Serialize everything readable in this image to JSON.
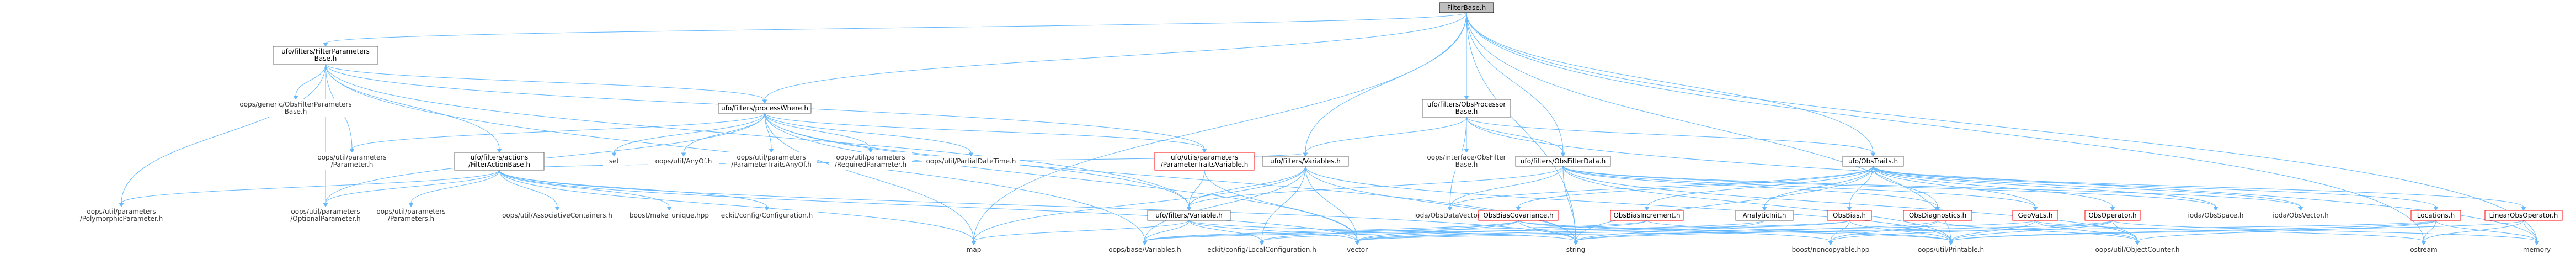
{
  "graph": {
    "nodes": [
      {
        "id": "filterbase",
        "lines": [
          "FilterBase.h"
        ],
        "style": "root"
      },
      {
        "id": "filterparams",
        "lines": [
          "ufo/filters/FilterParameters",
          "Base.h"
        ],
        "style": "dark"
      },
      {
        "id": "processwhere",
        "lines": [
          "ufo/filters/processWhere.h"
        ],
        "style": "dark"
      },
      {
        "id": "obsprocessor",
        "lines": [
          "ufo/filters/ObsProcessor",
          "Base.h"
        ],
        "style": "dark"
      },
      {
        "id": "obsfilterparams",
        "lines": [
          "oops/generic/ObsFilterParameters",
          "Base.h"
        ],
        "style": "none"
      },
      {
        "id": "actions",
        "lines": [
          "ufo/filters/actions",
          "/FilterActionBase.h"
        ],
        "style": "dark"
      },
      {
        "id": "paramtraitsvar",
        "lines": [
          "ufo/utils/parameters",
          "/ParameterTraitsVariable.h"
        ],
        "style": "red"
      },
      {
        "id": "obsfilterdata",
        "lines": [
          "ufo/filters/ObsFilterData.h"
        ],
        "style": "dark"
      },
      {
        "id": "variables",
        "lines": [
          "ufo/filters/Variables.h"
        ],
        "style": "dark"
      },
      {
        "id": "obstraits",
        "lines": [
          "ufo/ObsTraits.h"
        ],
        "style": "dark"
      },
      {
        "id": "interfaceobsfilter",
        "lines": [
          "oops/interface/ObsFilter",
          "Base.h"
        ],
        "style": "none"
      },
      {
        "id": "variable",
        "lines": [
          "ufo/filters/Variable.h"
        ],
        "style": "dark"
      },
      {
        "id": "parameterh",
        "lines": [
          "oops/util/parameters",
          "/Parameter.h"
        ],
        "style": "none"
      },
      {
        "id": "set",
        "lines": [
          "set"
        ],
        "style": "none"
      },
      {
        "id": "anyof",
        "lines": [
          "oops/util/AnyOf.h"
        ],
        "style": "none"
      },
      {
        "id": "paramtraitsanyof",
        "lines": [
          "oops/util/parameters",
          "/ParameterTraitsAnyOf.h"
        ],
        "style": "none"
      },
      {
        "id": "requiredparam",
        "lines": [
          "oops/util/parameters",
          "/RequiredParameter.h"
        ],
        "style": "none"
      },
      {
        "id": "partialdatetime",
        "lines": [
          "oops/util/PartialDateTime.h"
        ],
        "style": "none"
      },
      {
        "id": "polymorphicparam",
        "lines": [
          "oops/util/parameters",
          "/PolymorphicParameter.h"
        ],
        "style": "none"
      },
      {
        "id": "optionalparam",
        "lines": [
          "oops/util/parameters",
          "/OptionalParameter.h"
        ],
        "style": "none"
      },
      {
        "id": "parametersh",
        "lines": [
          "oops/util/parameters",
          "/Parameters.h"
        ],
        "style": "none"
      },
      {
        "id": "assoccontainers",
        "lines": [
          "oops/util/AssociativeContainers.h"
        ],
        "style": "none"
      },
      {
        "id": "makeunique",
        "lines": [
          "boost/make_unique.hpp"
        ],
        "style": "none"
      },
      {
        "id": "configuration",
        "lines": [
          "eckit/config/Configuration.h"
        ],
        "style": "none"
      },
      {
        "id": "datavector",
        "lines": [
          "ioda/ObsDataVector.h"
        ],
        "style": "none"
      },
      {
        "id": "obsspace",
        "lines": [
          "ioda/ObsSpace.h"
        ],
        "style": "none"
      },
      {
        "id": "obsvector",
        "lines": [
          "ioda/ObsVector.h"
        ],
        "style": "none"
      },
      {
        "id": "biascovariance",
        "lines": [
          "ObsBiasCovariance.h"
        ],
        "style": "red"
      },
      {
        "id": "biasincrement",
        "lines": [
          "ObsBiasIncrement.h"
        ],
        "style": "red"
      },
      {
        "id": "analyticinit",
        "lines": [
          "AnalyticInit.h"
        ],
        "style": "dark"
      },
      {
        "id": "obsbias",
        "lines": [
          "ObsBias.h"
        ],
        "style": "red"
      },
      {
        "id": "obsdiagnostics",
        "lines": [
          "ObsDiagnostics.h"
        ],
        "style": "red"
      },
      {
        "id": "geovals",
        "lines": [
          "GeoVaLs.h"
        ],
        "style": "red"
      },
      {
        "id": "obsoperator",
        "lines": [
          "ObsOperator.h"
        ],
        "style": "red"
      },
      {
        "id": "locations",
        "lines": [
          "Locations.h"
        ],
        "style": "red"
      },
      {
        "id": "linearobsop",
        "lines": [
          "LinearObsOperator.h"
        ],
        "style": "red"
      },
      {
        "id": "map",
        "lines": [
          "map"
        ],
        "style": "none"
      },
      {
        "id": "oopsvariables",
        "lines": [
          "oops/base/Variables.h"
        ],
        "style": "none"
      },
      {
        "id": "localconfig",
        "lines": [
          "eckit/config/LocalConfiguration.h"
        ],
        "style": "none"
      },
      {
        "id": "vector",
        "lines": [
          "vector"
        ],
        "style": "none"
      },
      {
        "id": "string",
        "lines": [
          "string"
        ],
        "style": "none"
      },
      {
        "id": "noncopyable",
        "lines": [
          "boost/noncopyable.hpp"
        ],
        "style": "none"
      },
      {
        "id": "printable",
        "lines": [
          "oops/util/Printable.h"
        ],
        "style": "none"
      },
      {
        "id": "objectcounter",
        "lines": [
          "oops/util/ObjectCounter.h"
        ],
        "style": "none"
      },
      {
        "id": "ostream",
        "lines": [
          "ostream"
        ],
        "style": "none"
      },
      {
        "id": "memory",
        "lines": [
          "memory"
        ],
        "style": "none"
      }
    ],
    "edges": [
      [
        "filterbase",
        "filterparams"
      ],
      [
        "filterbase",
        "processwhere"
      ],
      [
        "filterbase",
        "obsprocessor"
      ],
      [
        "filterbase",
        "variables"
      ],
      [
        "filterbase",
        "obsfilterdata"
      ],
      [
        "filterbase",
        "obstraits"
      ],
      [
        "filterbase",
        "map"
      ],
      [
        "filterbase",
        "ostream"
      ],
      [
        "filterbase",
        "memory"
      ],
      [
        "filterbase",
        "string"
      ],
      [
        "filterbase",
        "printable"
      ],
      [
        "filterparams",
        "obsfilterparams"
      ],
      [
        "filterparams",
        "processwhere"
      ],
      [
        "filterparams",
        "actions"
      ],
      [
        "filterparams",
        "paramtraitsvar"
      ],
      [
        "filterparams",
        "variable"
      ],
      [
        "filterparams",
        "parameterh"
      ],
      [
        "filterparams",
        "optionalparam"
      ],
      [
        "filterparams",
        "polymorphicparam"
      ],
      [
        "filterparams",
        "oopsvariables"
      ],
      [
        "processwhere",
        "parameterh"
      ],
      [
        "processwhere",
        "set"
      ],
      [
        "processwhere",
        "anyof"
      ],
      [
        "processwhere",
        "paramtraitsanyof"
      ],
      [
        "processwhere",
        "requiredparam"
      ],
      [
        "processwhere",
        "partialdatetime"
      ],
      [
        "processwhere",
        "paramtraitsvar"
      ],
      [
        "processwhere",
        "variable"
      ],
      [
        "processwhere",
        "optionalparam"
      ],
      [
        "processwhere",
        "vector"
      ],
      [
        "processwhere",
        "string"
      ],
      [
        "processwhere",
        "map"
      ],
      [
        "obsprocessor",
        "interfaceobsfilter"
      ],
      [
        "obsprocessor",
        "variables"
      ],
      [
        "obsprocessor",
        "obsfilterdata"
      ],
      [
        "obsprocessor",
        "obstraits"
      ],
      [
        "obsprocessor",
        "datavector"
      ],
      [
        "obsprocessor",
        "memory"
      ],
      [
        "actions",
        "optionalparam"
      ],
      [
        "actions",
        "parametersh"
      ],
      [
        "actions",
        "polymorphicparam"
      ],
      [
        "actions",
        "assoccontainers"
      ],
      [
        "actions",
        "makeunique"
      ],
      [
        "actions",
        "configuration"
      ],
      [
        "actions",
        "variables"
      ],
      [
        "actions",
        "map"
      ],
      [
        "actions",
        "vector"
      ],
      [
        "actions",
        "string"
      ],
      [
        "paramtraitsvar",
        "variable"
      ],
      [
        "paramtraitsvar",
        "vector"
      ],
      [
        "obsfilterdata",
        "datavector"
      ],
      [
        "obsfilterdata",
        "variable"
      ],
      [
        "obsfilterdata",
        "obsspace"
      ],
      [
        "obsfilterdata",
        "obsvector"
      ],
      [
        "obsfilterdata",
        "geovals"
      ],
      [
        "obsfilterdata",
        "obsdiagnostics"
      ],
      [
        "obsfilterdata",
        "printable"
      ],
      [
        "obsfilterdata",
        "string"
      ],
      [
        "obsfilterdata",
        "objectcounter"
      ],
      [
        "variables",
        "variable"
      ],
      [
        "variables",
        "oopsvariables"
      ],
      [
        "variables",
        "localconfig"
      ],
      [
        "variables",
        "vector"
      ],
      [
        "variables",
        "string"
      ],
      [
        "variables",
        "map"
      ],
      [
        "variables",
        "printable"
      ],
      [
        "obstraits",
        "biascovariance"
      ],
      [
        "obstraits",
        "biasincrement"
      ],
      [
        "obstraits",
        "analyticinit"
      ],
      [
        "obstraits",
        "obsbias"
      ],
      [
        "obstraits",
        "obsdiagnostics"
      ],
      [
        "obstraits",
        "geovals"
      ],
      [
        "obstraits",
        "obsoperator"
      ],
      [
        "obstraits",
        "locations"
      ],
      [
        "obstraits",
        "linearobsop"
      ],
      [
        "obstraits",
        "datavector"
      ],
      [
        "obstraits",
        "obsspace"
      ],
      [
        "obstraits",
        "obsvector"
      ],
      [
        "obstraits",
        "string"
      ],
      [
        "variable",
        "map"
      ],
      [
        "variable",
        "oopsvariables"
      ],
      [
        "variable",
        "localconfig"
      ],
      [
        "variable",
        "vector"
      ],
      [
        "variable",
        "string"
      ],
      [
        "biascovariance",
        "oopsvariables"
      ],
      [
        "biascovariance",
        "localconfig"
      ],
      [
        "biascovariance",
        "noncopyable"
      ],
      [
        "biascovariance",
        "printable"
      ],
      [
        "biascovariance",
        "string"
      ],
      [
        "biascovariance",
        "vector"
      ],
      [
        "biasincrement",
        "oopsvariables"
      ],
      [
        "biasincrement",
        "printable"
      ],
      [
        "biasincrement",
        "vector"
      ],
      [
        "analyticinit",
        "localconfig"
      ],
      [
        "analyticinit",
        "string"
      ],
      [
        "obsbias",
        "oopsvariables"
      ],
      [
        "obsbias",
        "noncopyable"
      ],
      [
        "obsbias",
        "printable"
      ],
      [
        "obsbias",
        "vector"
      ],
      [
        "obsdiagnostics",
        "noncopyable"
      ],
      [
        "obsdiagnostics",
        "objectcounter"
      ],
      [
        "obsdiagnostics",
        "string"
      ],
      [
        "geovals",
        "vector"
      ],
      [
        "geovals",
        "printable"
      ],
      [
        "geovals",
        "objectcounter"
      ],
      [
        "geovals",
        "ostream"
      ],
      [
        "obsoperator",
        "noncopyable"
      ],
      [
        "obsoperator",
        "printable"
      ],
      [
        "obsoperator",
        "objectcounter"
      ],
      [
        "obsoperator",
        "memory"
      ],
      [
        "obsoperator",
        "string"
      ],
      [
        "locations",
        "printable"
      ],
      [
        "locations",
        "objectcounter"
      ],
      [
        "locations",
        "vector"
      ],
      [
        "locations",
        "ostream"
      ],
      [
        "locations",
        "memory"
      ],
      [
        "linearobsop",
        "memory"
      ],
      [
        "linearobsop",
        "printable"
      ],
      [
        "linearobsop",
        "ostream"
      ]
    ]
  }
}
